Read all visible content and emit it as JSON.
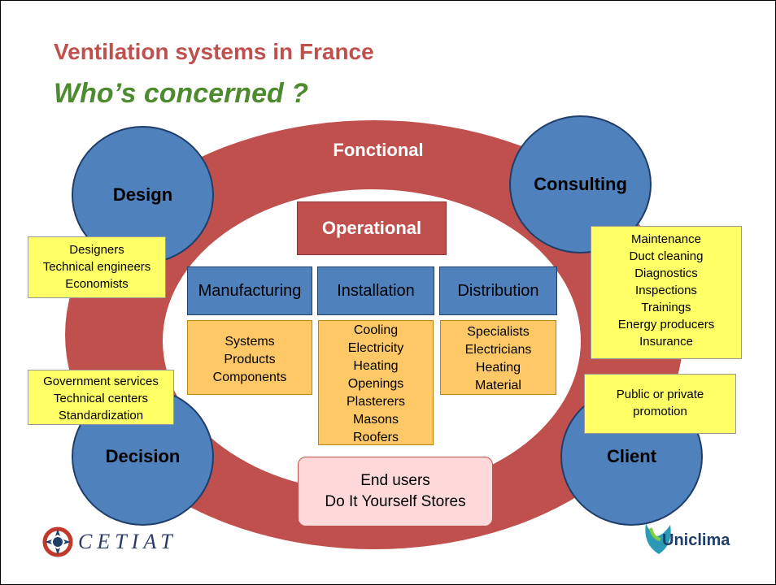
{
  "title": "Ventilation systems in France",
  "subtitle": "Who’s concerned ?",
  "ring_label": "Fonctional",
  "center_label": "Operational",
  "circles": {
    "design": "Design",
    "consulting": "Consulting",
    "decision": "Decision",
    "client": "Client"
  },
  "categories": {
    "manufacturing": "Manufacturing",
    "installation": "Installation",
    "distribution": "Distribution"
  },
  "manufacturing_items": [
    "Systems",
    "Products",
    "Components"
  ],
  "installation_items": [
    "Cooling",
    "Electricity",
    "Heating",
    "Openings",
    "Plasterers",
    "Masons",
    "Roofers"
  ],
  "distribution_items": [
    "Specialists",
    "Electricians",
    "Heating",
    "Material"
  ],
  "design_items": [
    "Designers",
    "Technical engineers",
    "Economists"
  ],
  "decision_items": [
    "Government services",
    "Technical centers",
    "Standardization"
  ],
  "consulting_items": [
    "Maintenance",
    "Duct cleaning",
    "Diagnostics",
    "Inspections",
    "Trainings",
    "Energy producers",
    "Insurance"
  ],
  "client_items": [
    "Public or private",
    "promotion"
  ],
  "end_users": [
    "End users",
    "Do It Yourself Stores"
  ],
  "logos": {
    "left": "CETIAT",
    "right": "Uniclima"
  },
  "colors": {
    "ring": "#c0504d",
    "circle": "#4f81bd",
    "title": "#c0504d",
    "subtitle": "#4e8a2e",
    "orange_box": "#ffc866",
    "yellow_box": "#ffff66",
    "pink_box": "#ffd9d9"
  }
}
